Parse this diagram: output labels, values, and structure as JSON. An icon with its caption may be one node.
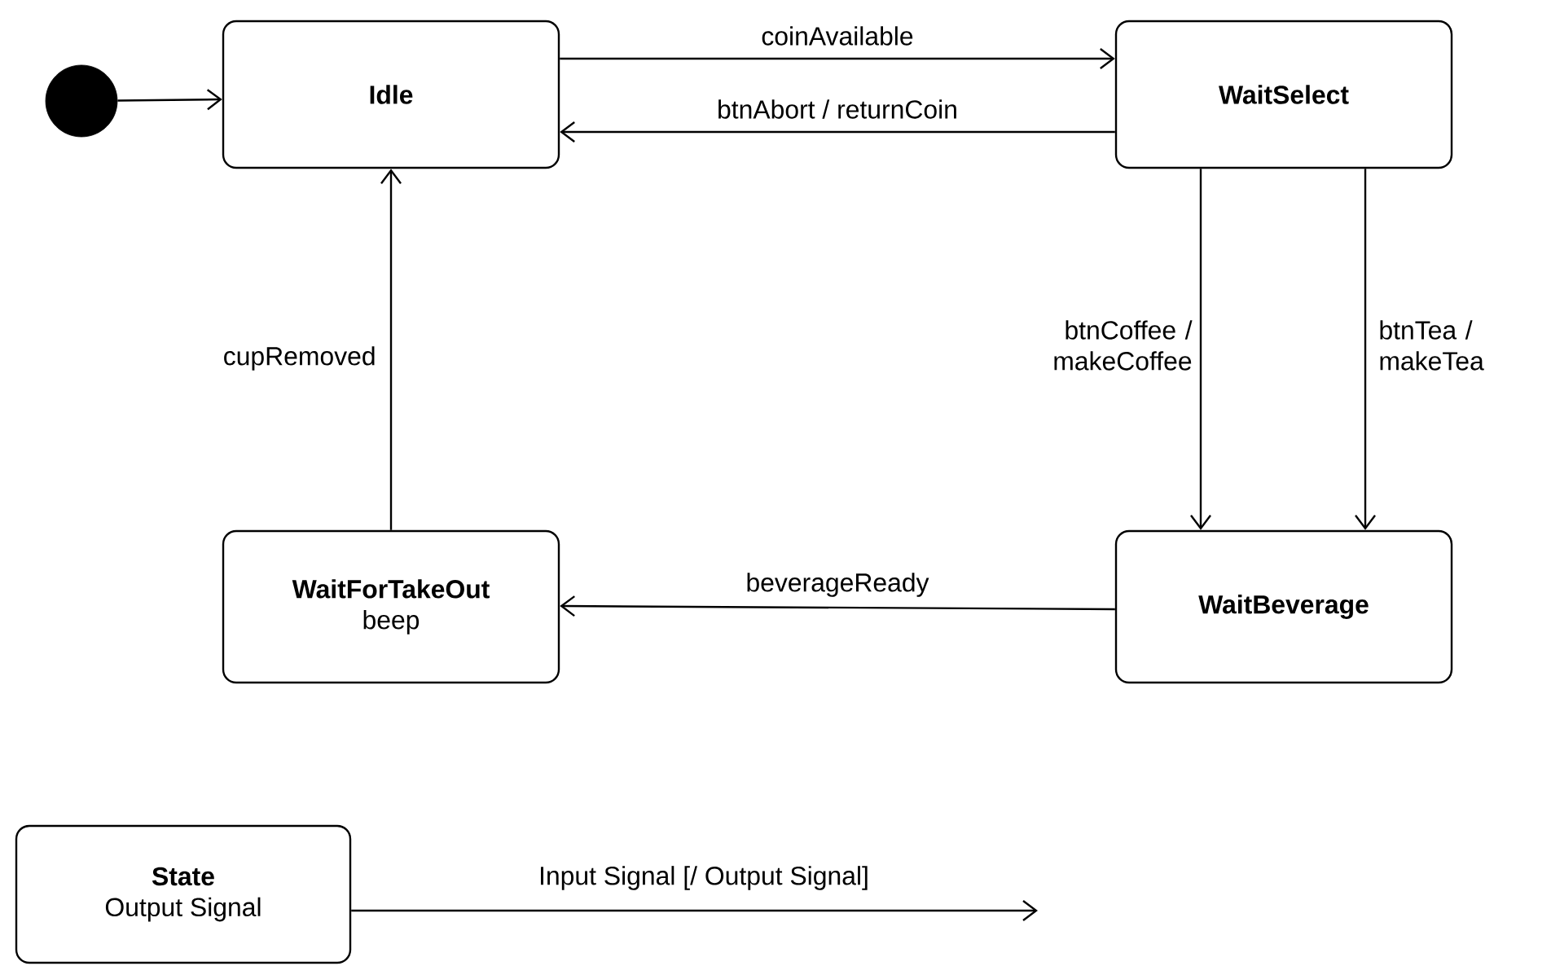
{
  "diagram": {
    "nodes": [
      {
        "text": [],
        "shape": "circle"
      },
      {
        "text": [
          "Idle"
        ]
      },
      {
        "text": [
          "WaitSelect"
        ]
      },
      {
        "text": [
          "WaitForTakeOut",
          "beep"
        ]
      },
      {
        "text": [
          "WaitBeverage"
        ]
      },
      {
        "text": [
          "State",
          "Output Signal"
        ]
      }
    ],
    "edges": [
      {
        "from": 0,
        "to": 1,
        "arrow": "to"
      },
      {
        "from": 1,
        "to": 2,
        "arrow": "to",
        "label": "coinAvailable"
      },
      {
        "from": 2,
        "to": 1,
        "arrow": "to",
        "label": "btnAbort / returnCoin"
      },
      {
        "from": 2,
        "to": 4,
        "arrow": "to",
        "label": "btnCoffee / makeCoffee"
      },
      {
        "from": 2,
        "to": 4,
        "arrow": "to",
        "label": "btnTea / makeTea"
      },
      {
        "from": 4,
        "to": 3,
        "arrow": "to",
        "label": "beverageReady"
      },
      {
        "from": 3,
        "to": 1,
        "arrow": "to",
        "label": "cupRemoved"
      },
      {
        "from": 5,
        "to": null,
        "arrow": "to",
        "label": "Input Signal [/ Output Signal]"
      }
    ]
  }
}
